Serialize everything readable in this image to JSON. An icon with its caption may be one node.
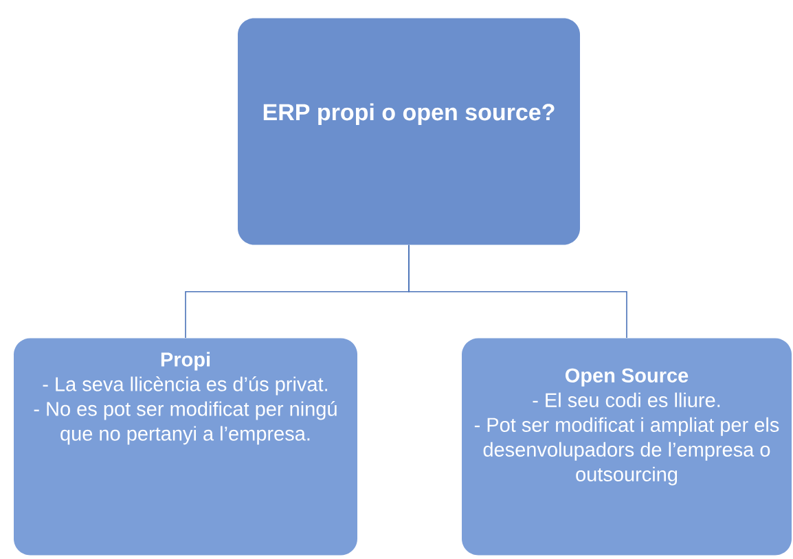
{
  "diagram": {
    "nodes": [
      {
        "text": [
          "ERP propi o open source?"
        ]
      },
      {
        "text": [
          "Propi",
          "- La seva llicència es d’ús privat.",
          "- No es pot ser modificat per ningú que no pertanyi a l’empresa."
        ]
      },
      {
        "text": [
          "Open Source",
          "- El seu codi es lliure.",
          "- Pot ser modificat i ampliat per els desenvolupadors de l’empresa o outsourcing"
        ]
      }
    ],
    "edges": [
      {
        "from": 0,
        "to": 1,
        "arrow": "none"
      },
      {
        "from": 0,
        "to": 2,
        "arrow": "none"
      }
    ]
  }
}
